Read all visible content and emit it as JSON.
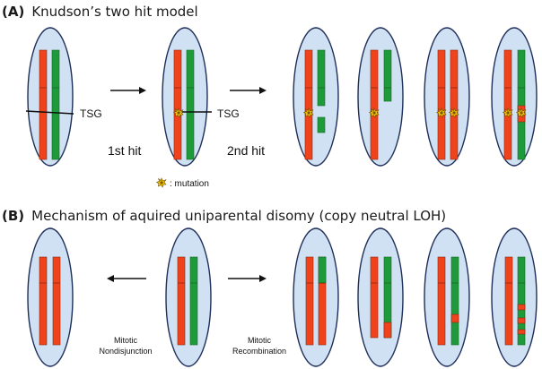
{
  "panel_a": {
    "letter": "(A)",
    "title": "Knudson’s two hit model",
    "tsg_label_1": "TSG",
    "tsg_label_2": "TSG",
    "first_hit": "1st hit",
    "second_hit": "2nd hit",
    "legend_text": ": mutation"
  },
  "panel_b": {
    "letter": "(B)",
    "title": "Mechanism of aquired uniparental disomy (copy neutral LOH)",
    "left_label_line1": "Mitotic",
    "left_label_line2": "Nondisjunction",
    "right_label_line1": "Mitotic",
    "right_label_line2": "Recombination"
  },
  "colors": {
    "cell_fill": "#cfe1f2",
    "cell_stroke": "#1f2f5a",
    "maternal_red": "#f0431b",
    "paternal_green": "#1f9a3a",
    "mutation_star": "#f5c400"
  }
}
